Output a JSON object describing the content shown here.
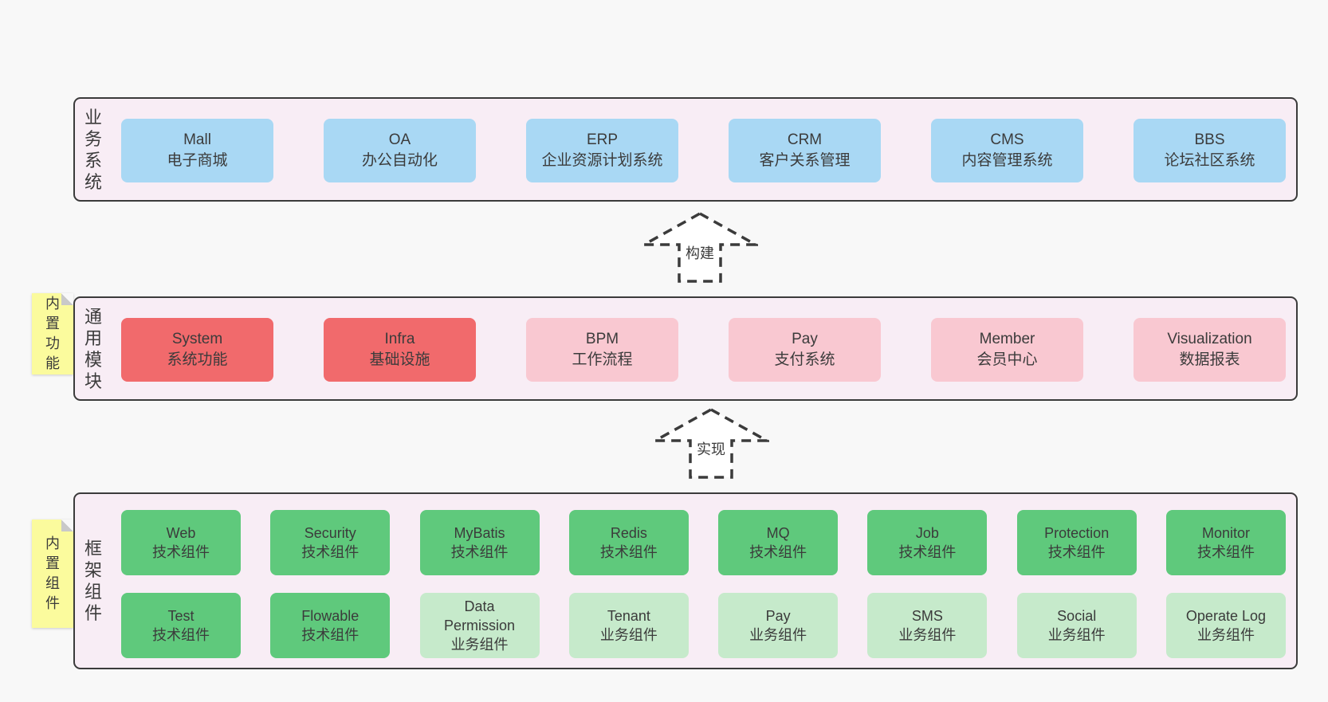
{
  "colors": {
    "page_bg": "#f8f8f8",
    "layer_bg": "#f8edf5",
    "border_and_text": "#3b3b3b",
    "business_box": "#a9d8f4",
    "core_module_box": "#f16a6c",
    "module_box": "#f9c8d1",
    "tech_component_box": "#5fc97c",
    "biz_component_box": "#c6eacb",
    "sticky_note": "#fbfb9d",
    "sticky_fold": "#c9c9c9"
  },
  "layers": {
    "business": {
      "label": "业务系统",
      "boxes": [
        {
          "name": "Mall",
          "desc": "电子商城"
        },
        {
          "name": "OA",
          "desc": "办公自动化"
        },
        {
          "name": "ERP",
          "desc": "企业资源计划系统"
        },
        {
          "name": "CRM",
          "desc": "客户关系管理"
        },
        {
          "name": "CMS",
          "desc": "内容管理系统"
        },
        {
          "name": "BBS",
          "desc": "论坛社区系统"
        }
      ]
    },
    "modules": {
      "label": "通用模块",
      "sticky": "内置功能",
      "boxes": [
        {
          "name": "System",
          "desc": "系统功能"
        },
        {
          "name": "Infra",
          "desc": "基础设施"
        },
        {
          "name": "BPM",
          "desc": "工作流程"
        },
        {
          "name": "Pay",
          "desc": "支付系统"
        },
        {
          "name": "Member",
          "desc": "会员中心"
        },
        {
          "name": "Visualization",
          "desc": "数据报表"
        }
      ]
    },
    "components": {
      "label": "框架组件",
      "sticky": "内置组件",
      "row1": [
        {
          "name": "Web",
          "desc": "技术组件"
        },
        {
          "name": "Security",
          "desc": "技术组件"
        },
        {
          "name": "MyBatis",
          "desc": "技术组件"
        },
        {
          "name": "Redis",
          "desc": "技术组件"
        },
        {
          "name": "MQ",
          "desc": "技术组件"
        },
        {
          "name": "Job",
          "desc": "技术组件"
        },
        {
          "name": "Protection",
          "desc": "技术组件"
        },
        {
          "name": "Monitor",
          "desc": "技术组件"
        }
      ],
      "row2": [
        {
          "name": "Test",
          "desc": "技术组件"
        },
        {
          "name": "Flowable",
          "desc": "技术组件"
        },
        {
          "name": "Data Permission",
          "desc": "业务组件"
        },
        {
          "name": "Tenant",
          "desc": "业务组件"
        },
        {
          "name": "Pay",
          "desc": "业务组件"
        },
        {
          "name": "SMS",
          "desc": "业务组件"
        },
        {
          "name": "Social",
          "desc": "业务组件"
        },
        {
          "name": "Operate Log",
          "desc": "业务组件"
        }
      ]
    }
  },
  "arrows": [
    {
      "label": "构建"
    },
    {
      "label": "实现"
    }
  ]
}
